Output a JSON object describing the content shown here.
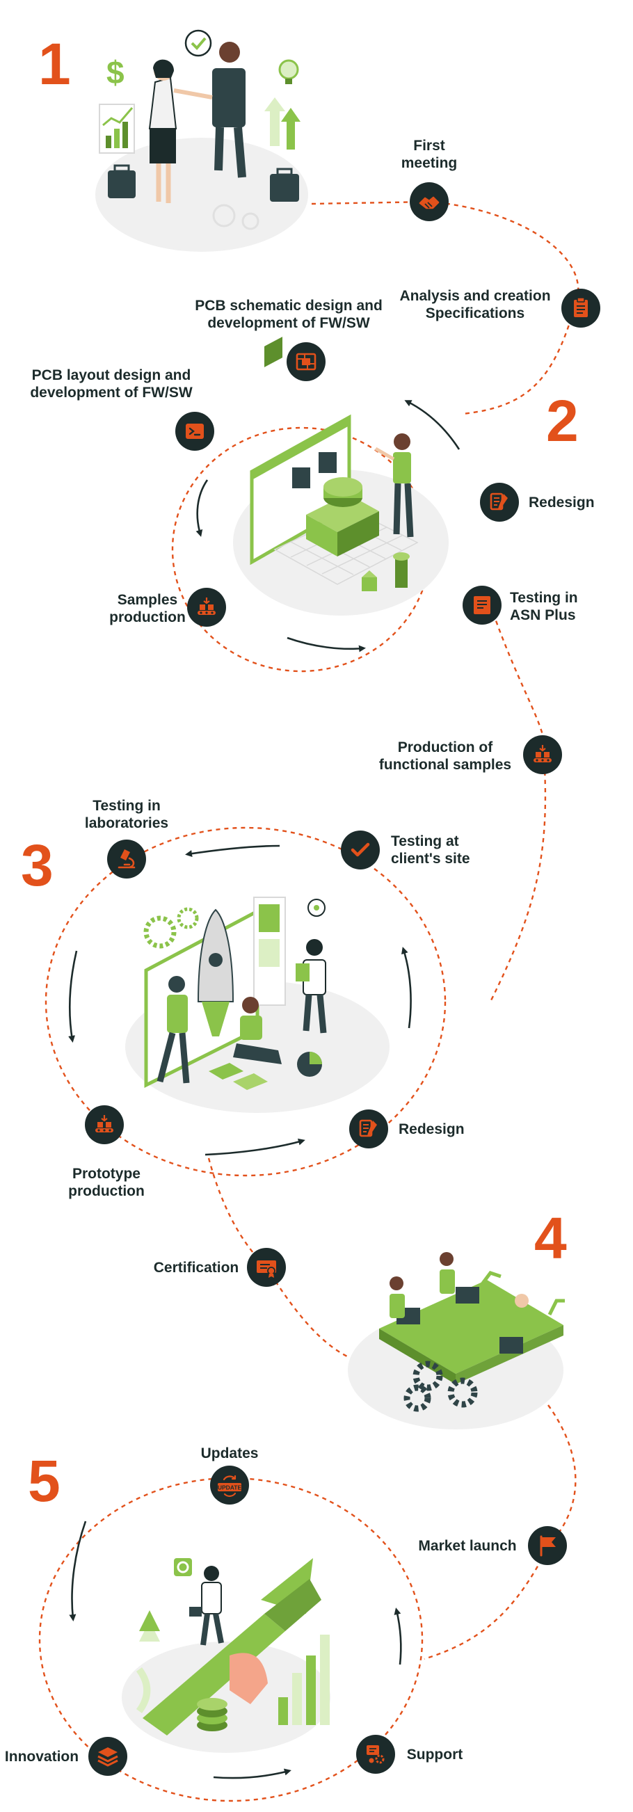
{
  "stages": [
    {
      "number": "1"
    },
    {
      "number": "2"
    },
    {
      "number": "3"
    },
    {
      "number": "4"
    },
    {
      "number": "5"
    }
  ],
  "steps": [
    {
      "id": "first-meeting",
      "label": [
        "First",
        "meeting"
      ],
      "icon": "handshake-icon"
    },
    {
      "id": "analysis-specifications",
      "label": [
        "Analysis and creation",
        "Specifications"
      ],
      "icon": "clipboard-icon"
    },
    {
      "id": "pcb-schematic",
      "label": [
        "PCB schematic design and",
        "development of FW/SW"
      ],
      "icon": "circuit-board-icon"
    },
    {
      "id": "pcb-layout",
      "label": [
        "PCB layout design and",
        "development of FW/SW"
      ],
      "icon": "terminal-icon"
    },
    {
      "id": "redesign-2",
      "label": [
        "Redesign"
      ],
      "icon": "design-tools-icon"
    },
    {
      "id": "samples-production",
      "label": [
        "Samples",
        "production"
      ],
      "icon": "conveyor-icon"
    },
    {
      "id": "testing-asn",
      "label": [
        "Testing in",
        "ASN Plus"
      ],
      "icon": "test-report-icon"
    },
    {
      "id": "functional-samples",
      "label": [
        "Production of",
        "functional samples"
      ],
      "icon": "conveyor-icon"
    },
    {
      "id": "testing-laboratories",
      "label": [
        "Testing in",
        "laboratories"
      ],
      "icon": "microscope-icon"
    },
    {
      "id": "testing-client",
      "label": [
        "Testing at",
        "client's site"
      ],
      "icon": "checkmark-icon"
    },
    {
      "id": "prototype-production",
      "label": [
        "Prototype",
        "production"
      ],
      "icon": "conveyor-icon"
    },
    {
      "id": "redesign-3",
      "label": [
        "Redesign"
      ],
      "icon": "design-tools-icon"
    },
    {
      "id": "certification",
      "label": [
        "Certification"
      ],
      "icon": "certificate-icon"
    },
    {
      "id": "market-launch",
      "label": [
        "Market launch"
      ],
      "icon": "flag-icon"
    },
    {
      "id": "updates",
      "label": [
        "Updates"
      ],
      "icon": "update-badge-icon",
      "badge_text": "UPDATE"
    },
    {
      "id": "innovation",
      "label": [
        "Innovation"
      ],
      "icon": "layers-icon"
    },
    {
      "id": "support",
      "label": [
        "Support"
      ],
      "icon": "support-icon"
    }
  ],
  "colors": {
    "accent_orange": "#e2511b",
    "node_dark": "#1c2b2b",
    "text_dark": "#1c2b2b",
    "illustration_green": "#8bc34a",
    "illustration_green_dark": "#5d8f2c",
    "illustration_gray": "#f0f0f0"
  }
}
